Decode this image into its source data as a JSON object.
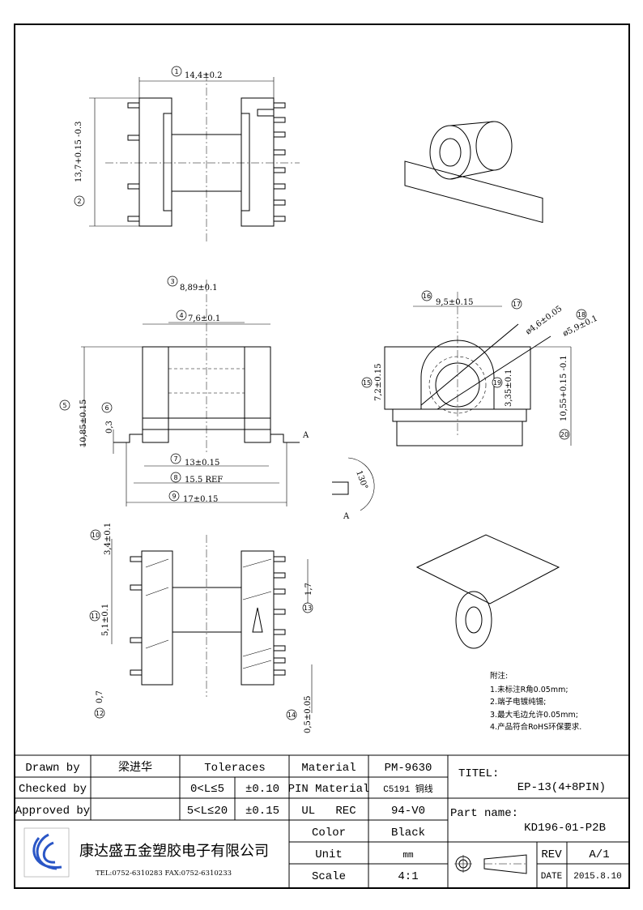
{
  "drawing": {
    "dimensions": [
      {
        "n": "1",
        "label": "14,4±0.2"
      },
      {
        "n": "2",
        "label": "13,7+0.15 -0.3"
      },
      {
        "n": "3",
        "label": "8,89±0.1"
      },
      {
        "n": "4",
        "label": "7,6±0.1"
      },
      {
        "n": "5",
        "label": "10,85±0.15"
      },
      {
        "n": "6",
        "label": "0,3"
      },
      {
        "n": "7",
        "label": "13±0.15"
      },
      {
        "n": "8",
        "label": "15.5 REF"
      },
      {
        "n": "9",
        "label": "17±0.15"
      },
      {
        "n": "10",
        "label": "3,4±0.1"
      },
      {
        "n": "11",
        "label": "5,1±0.1"
      },
      {
        "n": "12",
        "label": "0,7"
      },
      {
        "n": "13",
        "label": "1,7"
      },
      {
        "n": "14",
        "label": "0,5±0.05"
      },
      {
        "n": "15",
        "label": "7,2±0.15"
      },
      {
        "n": "16",
        "label": "9,5±0.15"
      },
      {
        "n": "17",
        "label": "ø4,6±0.05"
      },
      {
        "n": "18",
        "label": "ø5,9±0.1"
      },
      {
        "n": "19",
        "label": "3,35±0.1"
      },
      {
        "n": "20",
        "label": "10,55+0.15 -0.1"
      }
    ],
    "angle": "130°",
    "detail_label": "A"
  },
  "notes": {
    "title": "附注:",
    "items": [
      "1.未标注R角0.05mm;",
      "2.端子电镀纯锡;",
      "3.最大毛边允许0.05mm;",
      "4.产品符合RoHS环保要求."
    ]
  },
  "title_block": {
    "drawn_by_label": "Drawn by",
    "drawn_by": "梁进华",
    "checked_by_label": "Checked by",
    "approved_by_label": "Approved by",
    "tolerances_label": "Toleraces",
    "tol1_range": "0<L≤5",
    "tol1_value": "±0.10",
    "tol2_range": "5<L≤20",
    "tol2_value": "±0.15",
    "material_label": "Material",
    "material": "PM-9630",
    "pin_material_label": "PIN Material",
    "pin_material": "C5191 铜线",
    "ul_label": "UL   REC",
    "ul": "94-V0",
    "color_label": "Color",
    "color": "Black",
    "unit_label": "Unit",
    "unit": "mm",
    "scale_label": "Scale",
    "scale": "4:1",
    "title_label": "TITEL:",
    "title": "EP-13(4+8PIN)",
    "part_name_label": "Part name:",
    "part_name": "KD196-01-P2B",
    "rev_label": "REV",
    "rev": "A/1",
    "date_label": "DATE",
    "date": "2015.8.10",
    "company": "康达盛五金塑胶电子有限公司",
    "contact": "TEL:0752-6310283  FAX:0752-6310233",
    "logo_color": "#2a56c6"
  }
}
